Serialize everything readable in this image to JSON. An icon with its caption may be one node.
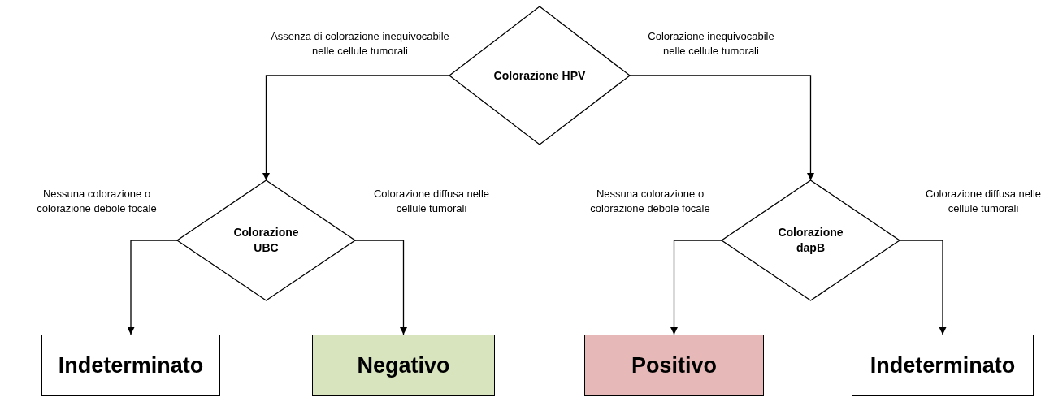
{
  "diagram": {
    "nodes": [
      {
        "text": [
          "Colorazione HPV"
        ]
      },
      {
        "text": [
          "Colorazione UBC"
        ]
      },
      {
        "text": [
          "Colorazione dapB"
        ]
      },
      {
        "text": [
          "Indeterminato"
        ]
      },
      {
        "text": [
          "Negativo"
        ]
      },
      {
        "text": [
          "Positivo"
        ]
      },
      {
        "text": [
          "Indeterminato"
        ]
      }
    ],
    "edges": [
      {
        "from": 0,
        "to": 1,
        "arrow": "to",
        "label": "Assenza di colorazione inequivocabile nelle cellule tumorali"
      },
      {
        "from": 0,
        "to": 2,
        "arrow": "to",
        "label": "Colorazione inequivocabile nelle cellule tumorali"
      },
      {
        "from": 1,
        "to": 3,
        "arrow": "to",
        "label": "Nessuna colorazione o colorazione debole focale"
      },
      {
        "from": 1,
        "to": 4,
        "arrow": "to",
        "label": "Colorazione diffusa nelle cellule tumorali"
      },
      {
        "from": 2,
        "to": 5,
        "arrow": "to",
        "label": "Nessuna colorazione o colorazione debole focale"
      },
      {
        "from": 2,
        "to": 6,
        "arrow": "to",
        "label": "Colorazione diffusa nelle cellule tumorali"
      }
    ]
  }
}
